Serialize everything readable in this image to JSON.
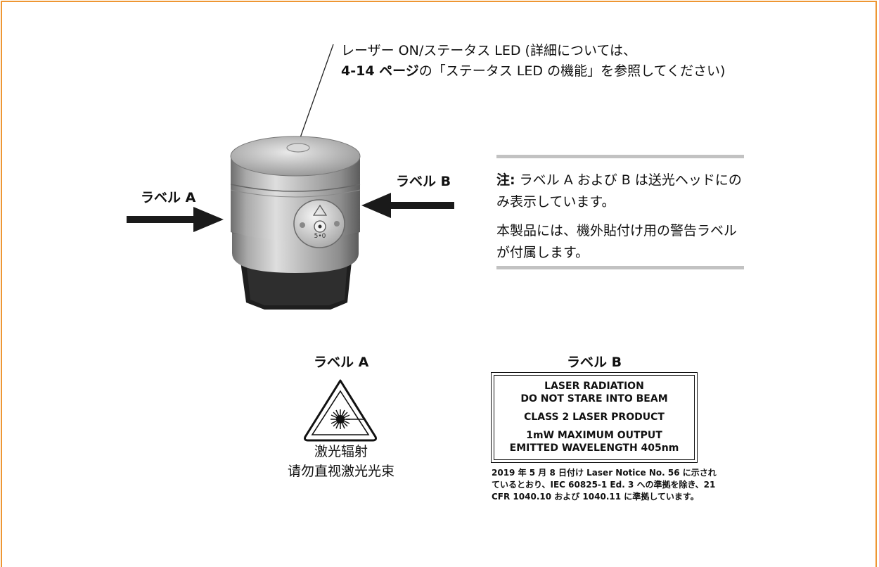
{
  "callout": {
    "line1": "レーザー ON/ステータス LED (詳細については、",
    "line2_bold": "4-14 ページ",
    "line2_rest": "の「ステータス LED の機能」を参照してください)"
  },
  "arrows": {
    "label_a": "ラベル A",
    "label_b": "ラベル B"
  },
  "device": {
    "window_text": "5•0"
  },
  "note": {
    "prefix": "注:",
    "text1": " ラベル A および B は送光ヘッドにのみ表示しています。",
    "text2": "本製品には、機外貼付け用の警告ラベルが付属します。"
  },
  "label_a_section": {
    "title": "ラベル A",
    "line1": "激光辐射",
    "line2": "请勿直视激光光束"
  },
  "label_b_section": {
    "title": "ラベル B",
    "line1": "LASER RADIATION",
    "line2": "DO NOT STARE INTO BEAM",
    "line3": "CLASS 2 LASER PRODUCT",
    "line4": "1mW MAXIMUM OUTPUT",
    "line5": "EMITTED WAVELENGTH 405nm",
    "notice": "2019 年 5 月 8 日付け Laser Notice No. 56 に示されているとおり、IEC 60825-1 Ed. 3 への準拠を除き、21 CFR 1040.10 および 1040.11 に準拠しています。"
  },
  "colors": {
    "frame": "#ee9633",
    "rule": "#c2c2c2"
  }
}
